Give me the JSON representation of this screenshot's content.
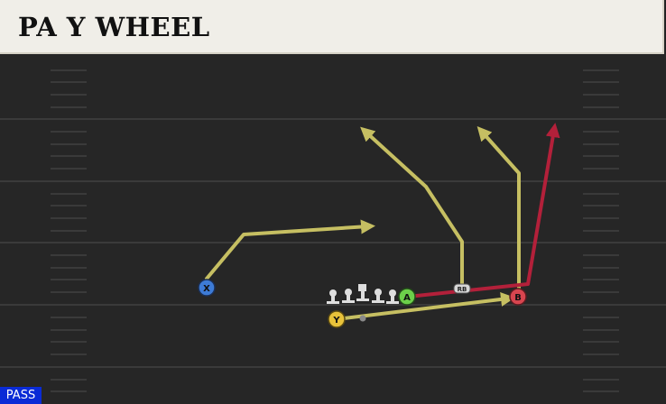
{
  "play": {
    "title": "PA Y WHEEL",
    "type_badge": "PASS"
  },
  "players": {
    "x": {
      "label": "X",
      "color": "#3d7bd6"
    },
    "a": {
      "label": "A",
      "color": "#6ccf4a"
    },
    "b": {
      "label": "B",
      "color": "#d8454f"
    },
    "y": {
      "label": "Y",
      "color": "#e8c23a"
    },
    "rb": {
      "label": "RB"
    }
  },
  "colors": {
    "route_primary": "#c6bf62",
    "route_secondary": "#b3203a",
    "field": "#262626",
    "yard_line": "#3a3a3a"
  }
}
